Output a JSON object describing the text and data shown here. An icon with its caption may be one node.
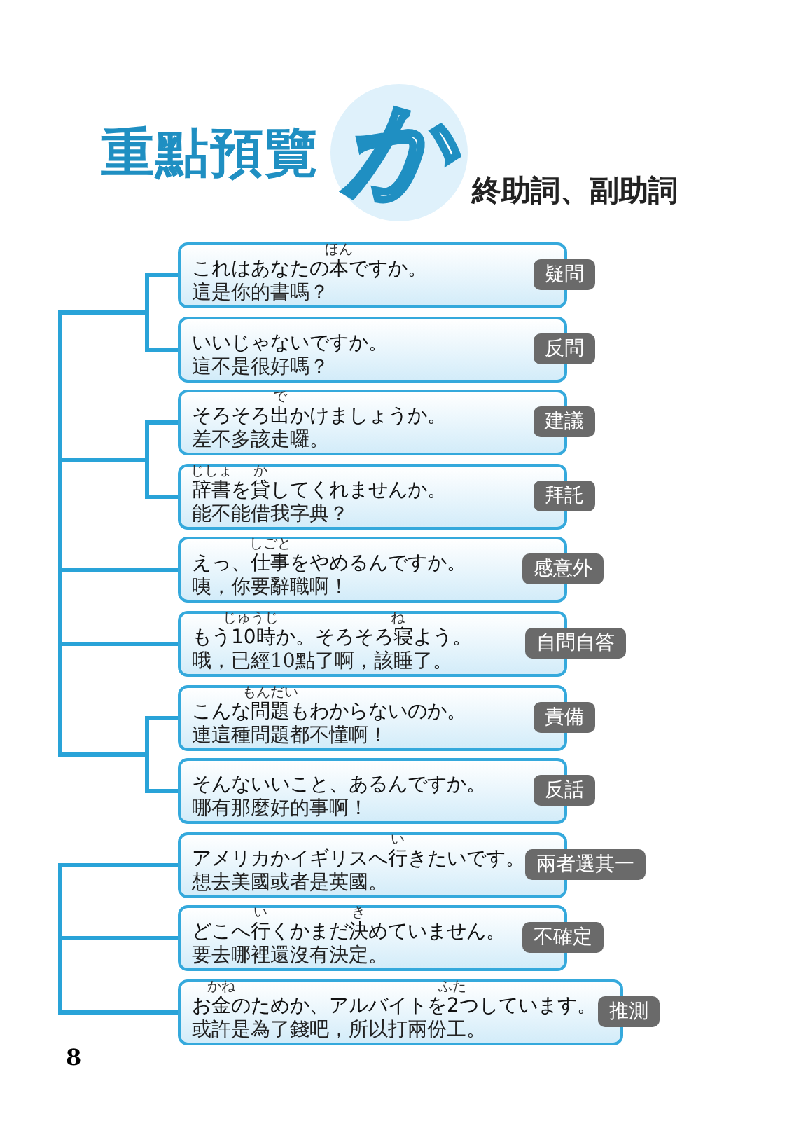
{
  "diagram": {
    "title": "重點預覽",
    "nodes": [
      {
        "text": [
          "か"
        ]
      },
      {
        "text": [
          "これはあなたの本ですか。",
          "這是你的書嗎？",
          "疑問"
        ]
      },
      {
        "text": [
          "いいじゃないですか。",
          "這不是很好嗎？",
          "反問"
        ]
      },
      {
        "text": [
          "そろそろ出かけましょうか。",
          "差不多該走囉。",
          "建議"
        ]
      },
      {
        "text": [
          "辞書を貸してくれませんか。",
          "能不能借我字典？",
          "拜託"
        ]
      },
      {
        "text": [
          "えっ、仕事をやめるんですか。",
          "咦，你要辭職啊！",
          "感意外"
        ]
      },
      {
        "text": [
          "もう10時か。そろそろ寝よう。",
          "哦，已經10點了啊，該睡了。",
          "自問自答"
        ]
      },
      {
        "text": [
          "こんな問題もわからないのか。",
          "連這種問題都不懂啊！",
          "責備"
        ]
      },
      {
        "text": [
          "そんないいこと、あるんですか。",
          "哪有那麼好的事啊！",
          "反話"
        ]
      },
      {
        "text": [
          "アメリカかイギリスへ行きたいです。",
          "想去美國或者是英國。",
          "兩者選其一"
        ]
      },
      {
        "text": [
          "どこへ行くかまだ決めていません。",
          "要去哪裡還沒有決定。",
          "不確定"
        ]
      },
      {
        "text": [
          "お金のためか、アルバイトを2つしています。",
          "或許是為了錢吧，所以打兩份工。",
          "推測"
        ]
      }
    ],
    "labels": [
      "終助詞、副助詞",
      "ほん",
      "で",
      "じしょ",
      "か",
      "しごと",
      "じゅうじ",
      "ね",
      "もんだい",
      "い",
      "い",
      "き",
      "かね",
      "ふた",
      "8"
    ]
  }
}
